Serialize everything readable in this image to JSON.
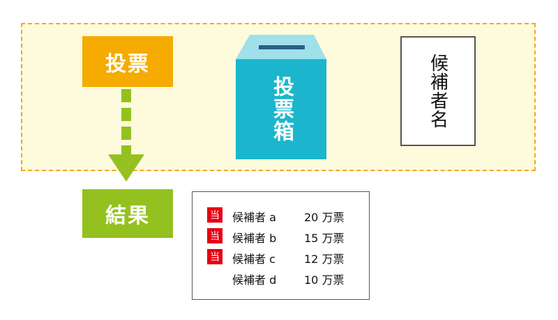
{
  "vote_label": "投票",
  "result_label": "結果",
  "ballot_box_label": "投票箱",
  "candidate_card_label": "候補者名",
  "results": [
    {
      "badge": "当",
      "elected": true,
      "name": "候補者 a",
      "votes": "20 万票"
    },
    {
      "badge": "当",
      "elected": true,
      "name": "候補者 b",
      "votes": "15 万票"
    },
    {
      "badge": "当",
      "elected": true,
      "name": "候補者 c",
      "votes": "12 万票"
    },
    {
      "badge": "",
      "elected": false,
      "name": "候補者 d",
      "votes": "10 万票"
    }
  ],
  "colors": {
    "vote": "#f5ab00",
    "result": "#94c11f",
    "ballot_box": "#1bb6cd",
    "ballot_box_lid": "#9fe0ea",
    "region_fill": "#fdfbdb",
    "region_border": "#f5a623",
    "elected_badge": "#e60012"
  }
}
